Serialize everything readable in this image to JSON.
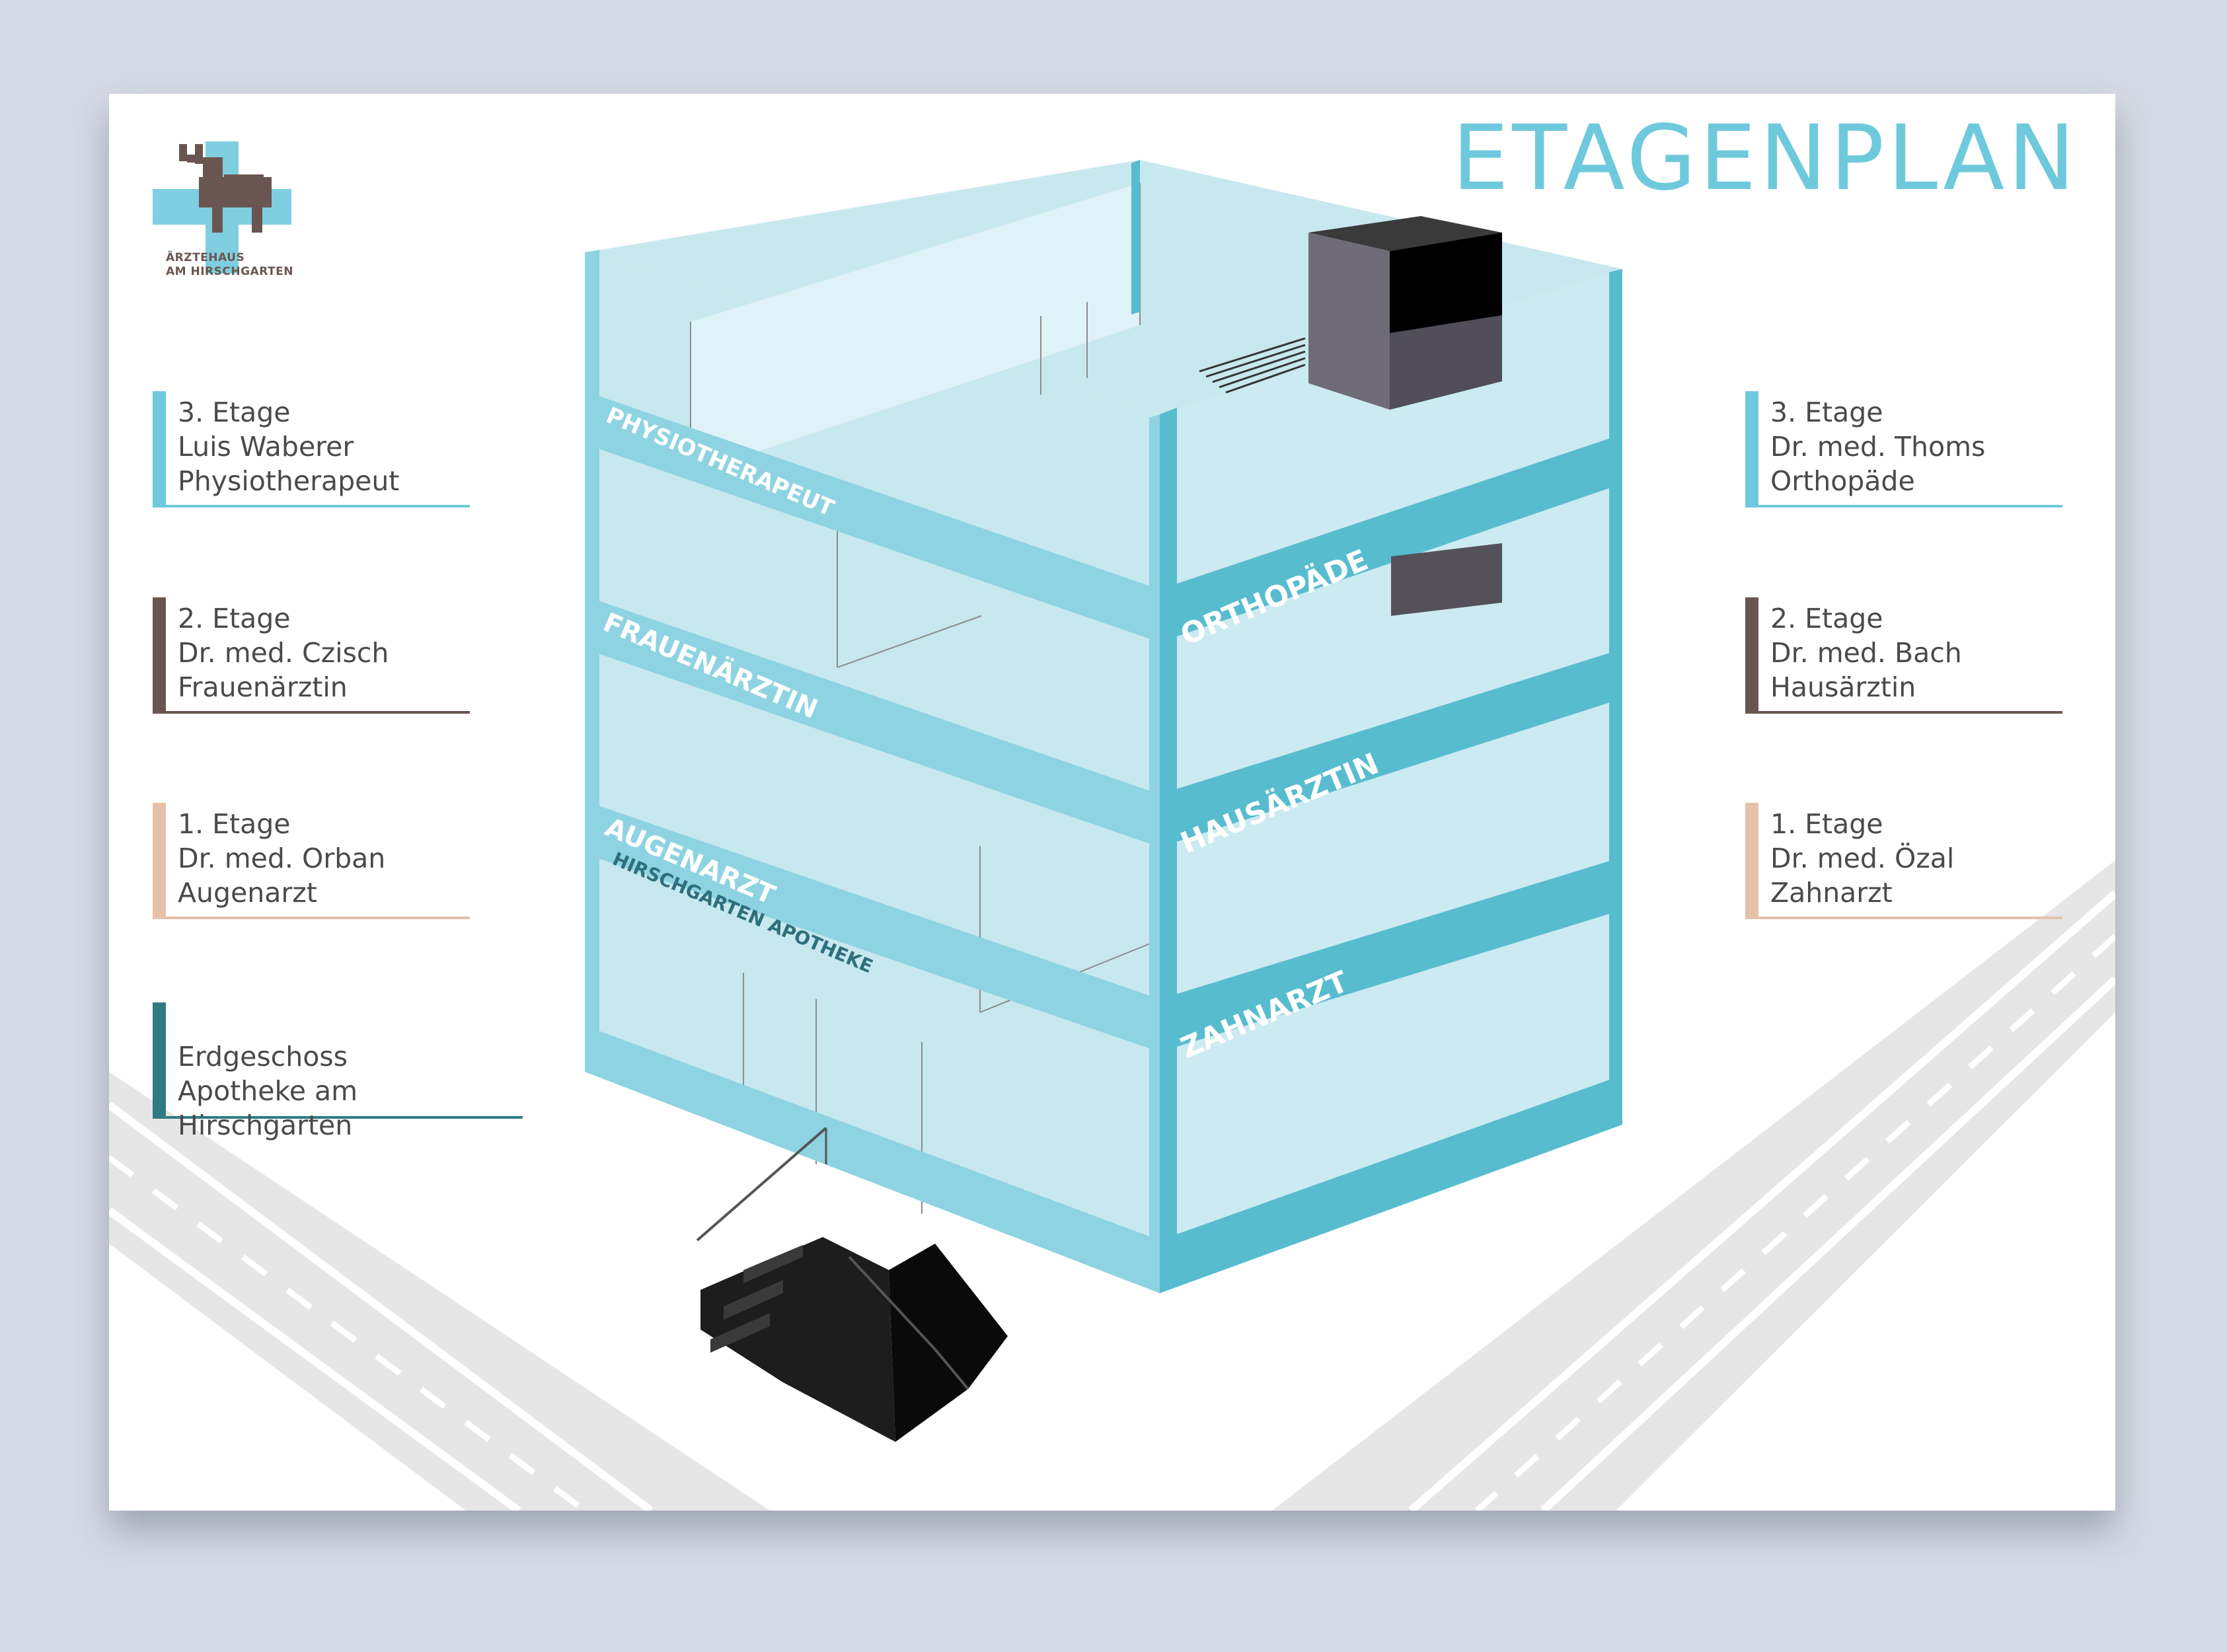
{
  "title": "ETAGENPLAN",
  "logo": {
    "line1": "ÄRZTEHAUS",
    "line2": "AM HIRSCHGARTEN"
  },
  "colors": {
    "accent": "#6fc9dc",
    "floor3": "#6fc9dc",
    "floor2": "#6a5650",
    "floor1": "#e5c1aa",
    "ground": "#2f7b84",
    "glass": "#b8e2ea",
    "slab": "#8ed3e2"
  },
  "left_panels": [
    {
      "floor": "3. Etage",
      "name": "Luis Waberer",
      "specialty": "Physiotherapeut"
    },
    {
      "floor": "2. Etage",
      "name": "Dr. med. Czisch",
      "specialty": "Frauenärztin"
    },
    {
      "floor": "1. Etage",
      "name": "Dr. med. Orban",
      "specialty": "Augenarzt"
    },
    {
      "floor": "Erdgeschoss",
      "name": "Apotheke am Hirschgarten"
    }
  ],
  "right_panels": [
    {
      "floor": "3. Etage",
      "name": "Dr. med. Thoms",
      "specialty": "Orthopäde"
    },
    {
      "floor": "2. Etage",
      "name": "Dr. med. Bach",
      "specialty": "Hausärztin"
    },
    {
      "floor": "1. Etage",
      "name": "Dr. med. Özal",
      "specialty": "Zahnarzt"
    }
  ],
  "building_labels": {
    "left": [
      "PHYSIOTHERAPEUT",
      "FRAUENÄRZTIN",
      "AUGENARZT",
      "HIRSCHGARTEN APOTHEKE"
    ],
    "right": [
      "ORTHOPÄDE",
      "HAUSÄRZTIN",
      "ZAHNARZT"
    ]
  }
}
